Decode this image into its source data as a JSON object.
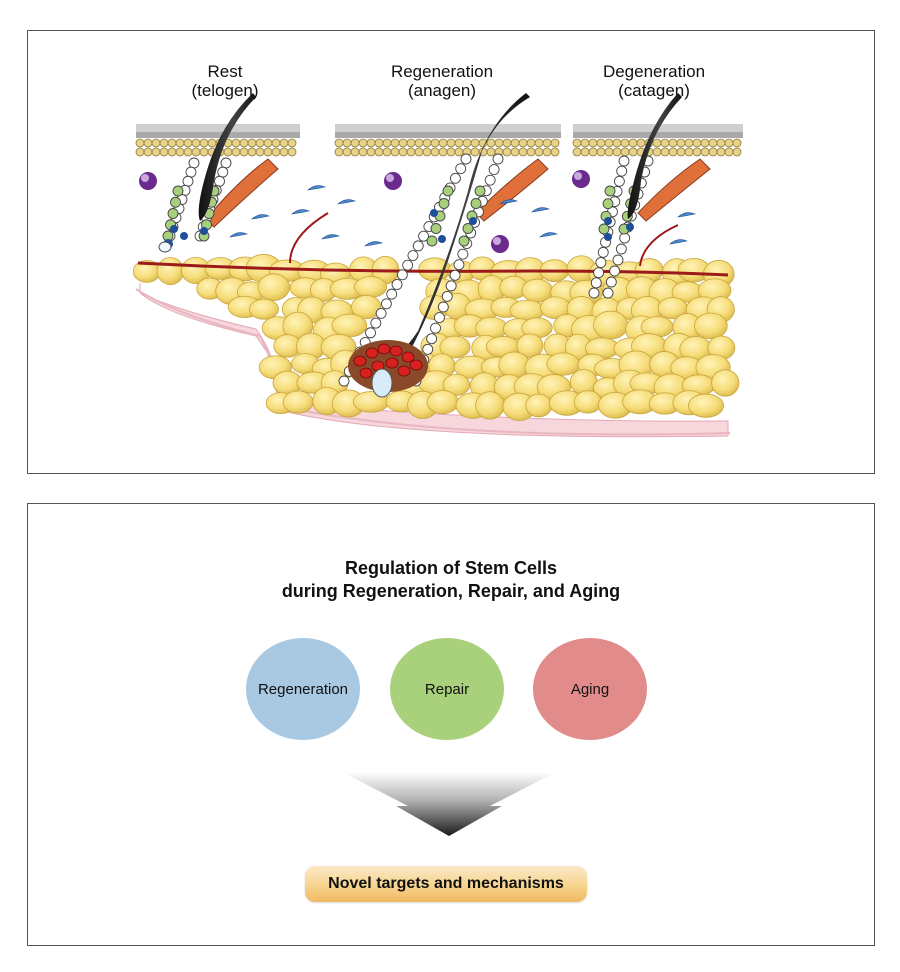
{
  "hair_cycle": {
    "stages": [
      {
        "name": "Rest",
        "phase": "(telogen)"
      },
      {
        "name": "Regeneration",
        "phase": "(anagen)"
      },
      {
        "name": "Degeneration",
        "phase": "(catagen)"
      }
    ]
  },
  "summary": {
    "title_line1": "Regulation of Stem Cells",
    "title_line2": "during Regeneration, Repair, and Aging",
    "processes": [
      {
        "label": "Regeneration",
        "color": "#a9c9e3"
      },
      {
        "label": "Repair",
        "color": "#a9d07a"
      },
      {
        "label": "Aging",
        "color": "#e28b8b"
      }
    ],
    "result": "Novel targets and mechanisms"
  },
  "colors": {
    "fat": "#f6dd7a",
    "dermis_line": "#9b1b1b",
    "hair": "#222222",
    "stem_cell": "#a8d07c",
    "niche_cell": "#1f4f9a"
  }
}
